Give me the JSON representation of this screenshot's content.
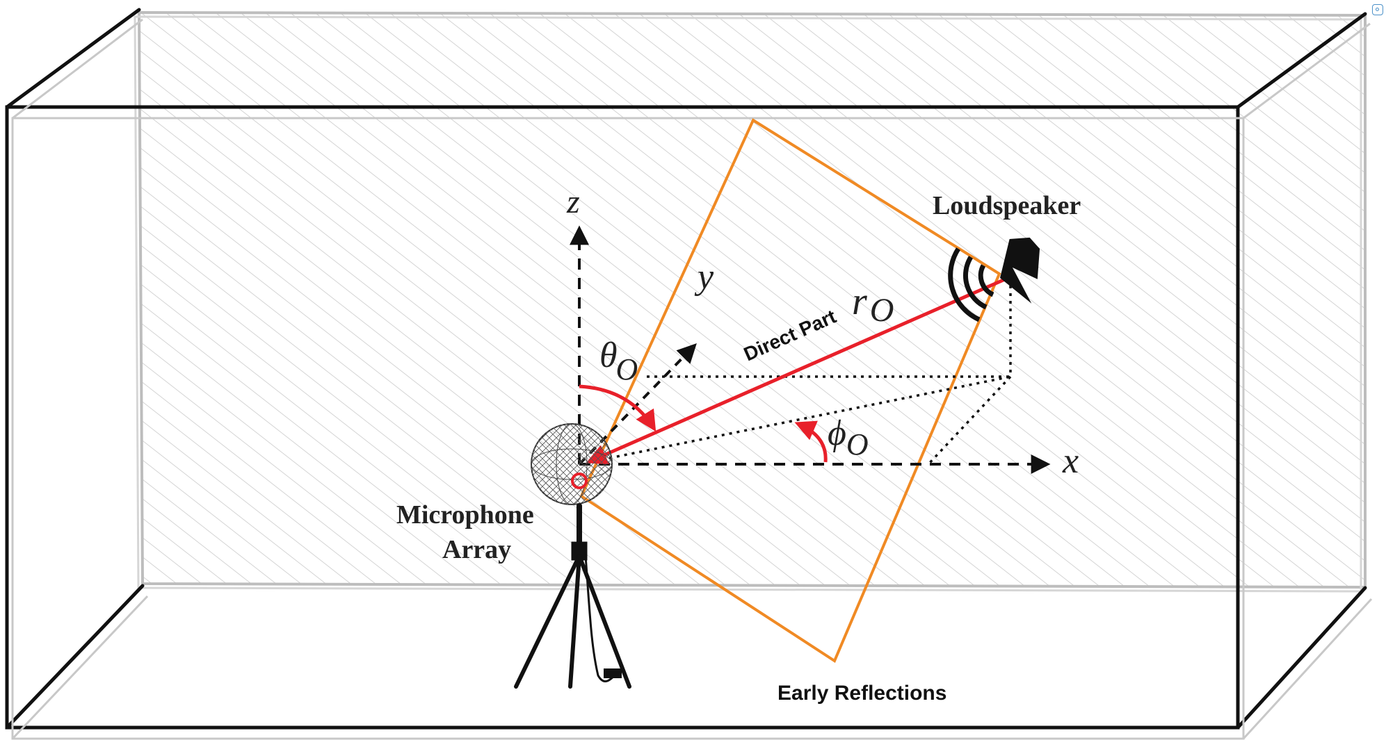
{
  "labels": {
    "loudspeaker": "Loudspeaker",
    "mic_line1": "Microphone",
    "mic_line2": "Array",
    "direct_part": "Direct Part",
    "early_reflections": "Early Reflections"
  },
  "axes": {
    "x": "x",
    "y": "y",
    "z": "z"
  },
  "math": {
    "r_base": "r",
    "theta_base": "θ",
    "phi_base": "ϕ",
    "subscript": "O"
  },
  "colors": {
    "direct_path": "#e8202a",
    "reflection_plane": "#f08a24",
    "room_edges": "#111111",
    "wall_hatch": "#c8c8c8"
  },
  "icons": {
    "speaker": "speaker-icon",
    "microphone_array": "spherical-microphone-array-icon",
    "tripod": "tripod-icon",
    "fullscreen": "expand-icon"
  }
}
